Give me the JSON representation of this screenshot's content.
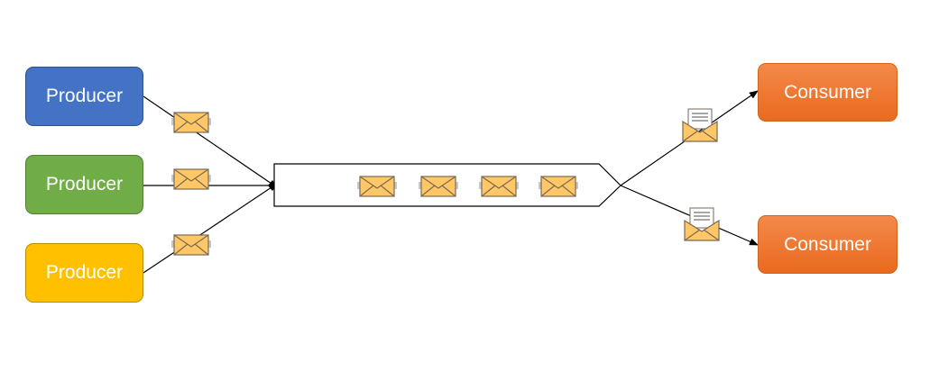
{
  "producers": [
    {
      "label": "Producer",
      "color": "#4472c4"
    },
    {
      "label": "Producer",
      "color": "#70ad47"
    },
    {
      "label": "Producer",
      "color": "#ffc000"
    }
  ],
  "consumers": [
    {
      "label": "Consumer",
      "color_top": "#f4894a",
      "color_bottom": "#e96a1e"
    },
    {
      "label": "Consumer",
      "color_top": "#f4894a",
      "color_bottom": "#e96a1e"
    }
  ],
  "colors": {
    "envelope_fill": "#ffc766",
    "envelope_stroke": "#7a6a55",
    "letter_fill": "#ffffff",
    "line": "#000000"
  },
  "icons": {
    "closed_envelope": "envelope-icon",
    "open_envelope": "open-envelope-with-letter-icon"
  }
}
